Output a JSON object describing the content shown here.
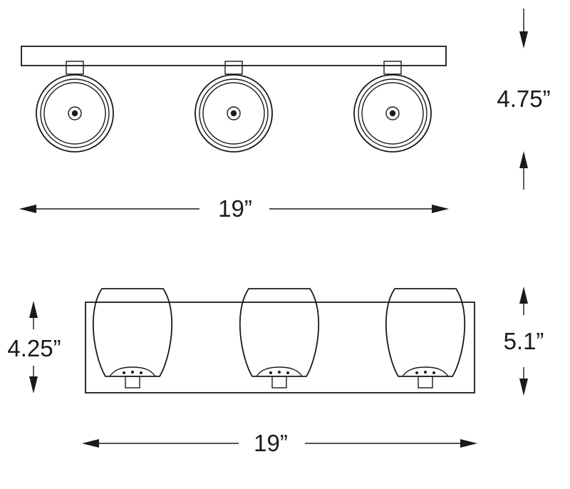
{
  "top_view": {
    "width_label": "19”",
    "depth_label": "4.75”"
  },
  "front_view": {
    "width_label": "19”",
    "backplate_height_label": "4.25”",
    "overall_height_label": "5.1”"
  },
  "colors": {
    "line": "#1a1a1a",
    "background": "#ffffff"
  }
}
